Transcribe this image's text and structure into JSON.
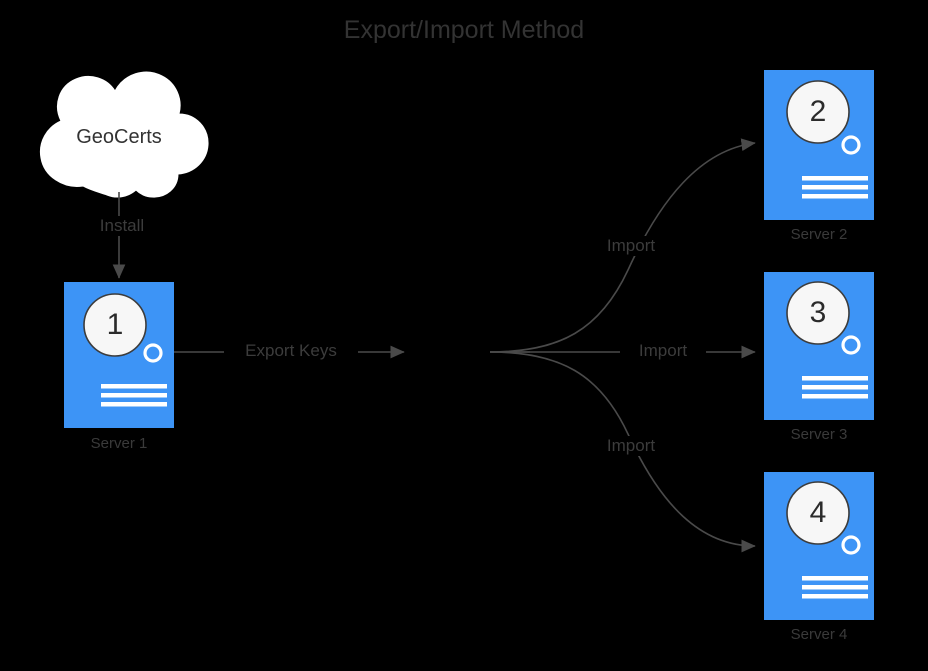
{
  "diagram": {
    "title": "Export/Import Method",
    "background_color": "#000000",
    "title_color": "#333333",
    "server_color": "#3d94f6",
    "cloud_color": "#ffffff",
    "edge_color": "#4a4a4a"
  },
  "cloud": {
    "label": "GeoCerts",
    "icon": "cloud-icon"
  },
  "servers": [
    {
      "number": "1",
      "label": "Server 1",
      "icon": "server-icon"
    },
    {
      "number": "2",
      "label": "Server 2",
      "icon": "server-icon"
    },
    {
      "number": "3",
      "label": "Server 3",
      "icon": "server-icon"
    },
    {
      "number": "4",
      "label": "Server 4",
      "icon": "server-icon"
    }
  ],
  "edges": [
    {
      "label": "Install"
    },
    {
      "label": "Export Keys"
    },
    {
      "label": "Import"
    },
    {
      "label": "Import"
    },
    {
      "label": "Import"
    }
  ]
}
